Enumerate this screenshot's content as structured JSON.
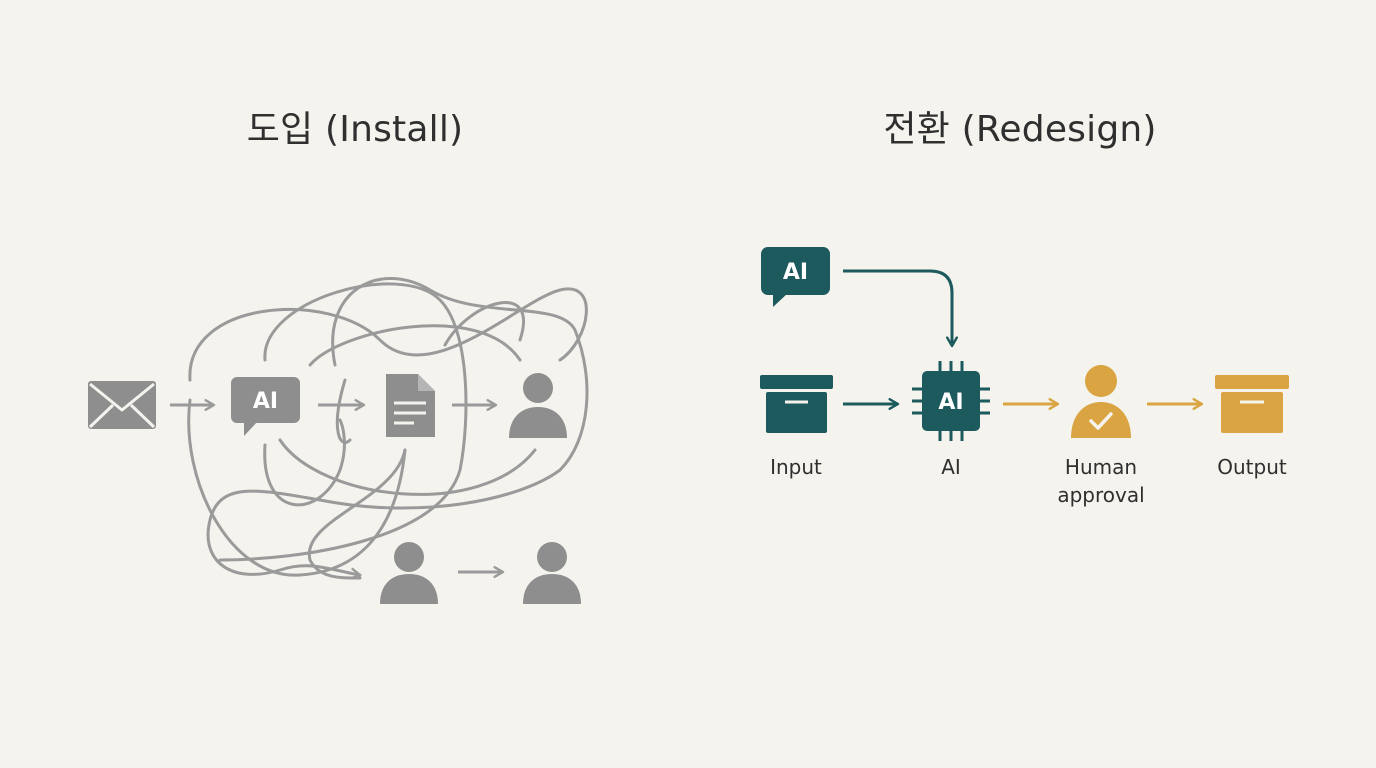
{
  "panels": {
    "install": {
      "title": "도입 (Install)",
      "ai_badge": "AI"
    },
    "redesign": {
      "title": "전환 (Redesign)",
      "ai_bubble": "AI",
      "ai_chip": "AI",
      "steps": {
        "input": "Input",
        "ai": "AI",
        "human_approval_line1": "Human",
        "human_approval_line2": "approval",
        "output": "Output"
      }
    }
  },
  "colors": {
    "background": "#f5f3ee",
    "install_gray": "#8e8e8e",
    "install_line": "#9a9a9a",
    "teal": "#1d5a5e",
    "gold": "#d9a441",
    "text": "#2f2f2f"
  },
  "icons": [
    "envelope-icon",
    "chat-bubble-icon",
    "document-icon",
    "person-icon",
    "archive-box-icon",
    "chip-icon",
    "person-check-icon",
    "arrow-icon"
  ]
}
